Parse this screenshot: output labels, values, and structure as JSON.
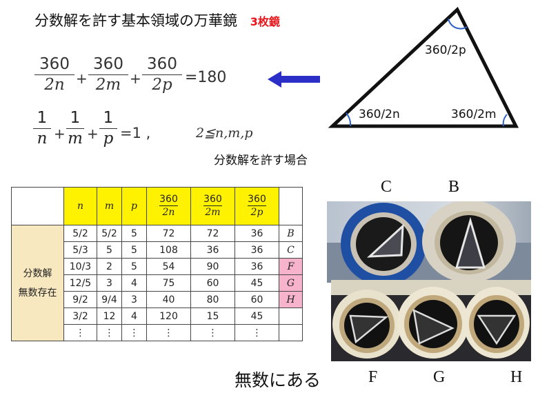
{
  "title": "分数解を許す基本領域の万華鏡",
  "title_tag": "3枚鏡",
  "equation1": {
    "terms": [
      {
        "num": "360",
        "den": "2n"
      },
      {
        "num": "360",
        "den": "2m"
      },
      {
        "num": "360",
        "den": "2p"
      }
    ],
    "plus": "+",
    "result": "=180"
  },
  "equation2": {
    "terms": [
      {
        "num": "1",
        "den": "n"
      },
      {
        "num": "1",
        "den": "m"
      },
      {
        "num": "1",
        "den": "p"
      }
    ],
    "plus": "+",
    "result": "=1 ,",
    "condition": "2≦n,m,p"
  },
  "caption": "分数解を許す場合",
  "triangle": {
    "angle_top": "360/2p",
    "angle_left": "360/2n",
    "angle_right": "360/2m"
  },
  "arrow_color": "#2b2fc7",
  "table": {
    "headers": [
      "n",
      "m",
      "p"
    ],
    "header_fracs": [
      {
        "num": "360",
        "den": "2n"
      },
      {
        "num": "360",
        "den": "2m"
      },
      {
        "num": "360",
        "den": "2p"
      }
    ],
    "side_label_1": "分数解",
    "side_label_2": "無数存在",
    "rows": [
      {
        "n": "5/2",
        "m": "5/2",
        "p": "5",
        "a": "72",
        "b": "72",
        "c": "36",
        "label": "B",
        "pink": false
      },
      {
        "n": "5/3",
        "m": "5",
        "p": "5",
        "a": "108",
        "b": "36",
        "c": "36",
        "label": "C",
        "pink": false
      },
      {
        "n": "10/3",
        "m": "2",
        "p": "5",
        "a": "54",
        "b": "90",
        "c": "36",
        "label": "F",
        "pink": true
      },
      {
        "n": "12/5",
        "m": "3",
        "p": "4",
        "a": "75",
        "b": "60",
        "c": "45",
        "label": "G",
        "pink": true
      },
      {
        "n": "9/2",
        "m": "9/4",
        "p": "3",
        "a": "40",
        "b": "80",
        "c": "60",
        "label": "H",
        "pink": true
      },
      {
        "n": "3/2",
        "m": "12",
        "p": "4",
        "a": "120",
        "b": "15",
        "c": "45",
        "label": "",
        "pink": false
      },
      {
        "n": "⋮",
        "m": "⋮",
        "p": "⋮",
        "a": "⋮",
        "b": "⋮",
        "c": "⋮",
        "label": "",
        "pink": false
      }
    ]
  },
  "photo_labels_top": [
    "C",
    "B"
  ],
  "photo_labels_bottom": [
    "F",
    "G",
    "H"
  ],
  "bottom_caption": "無数にある"
}
